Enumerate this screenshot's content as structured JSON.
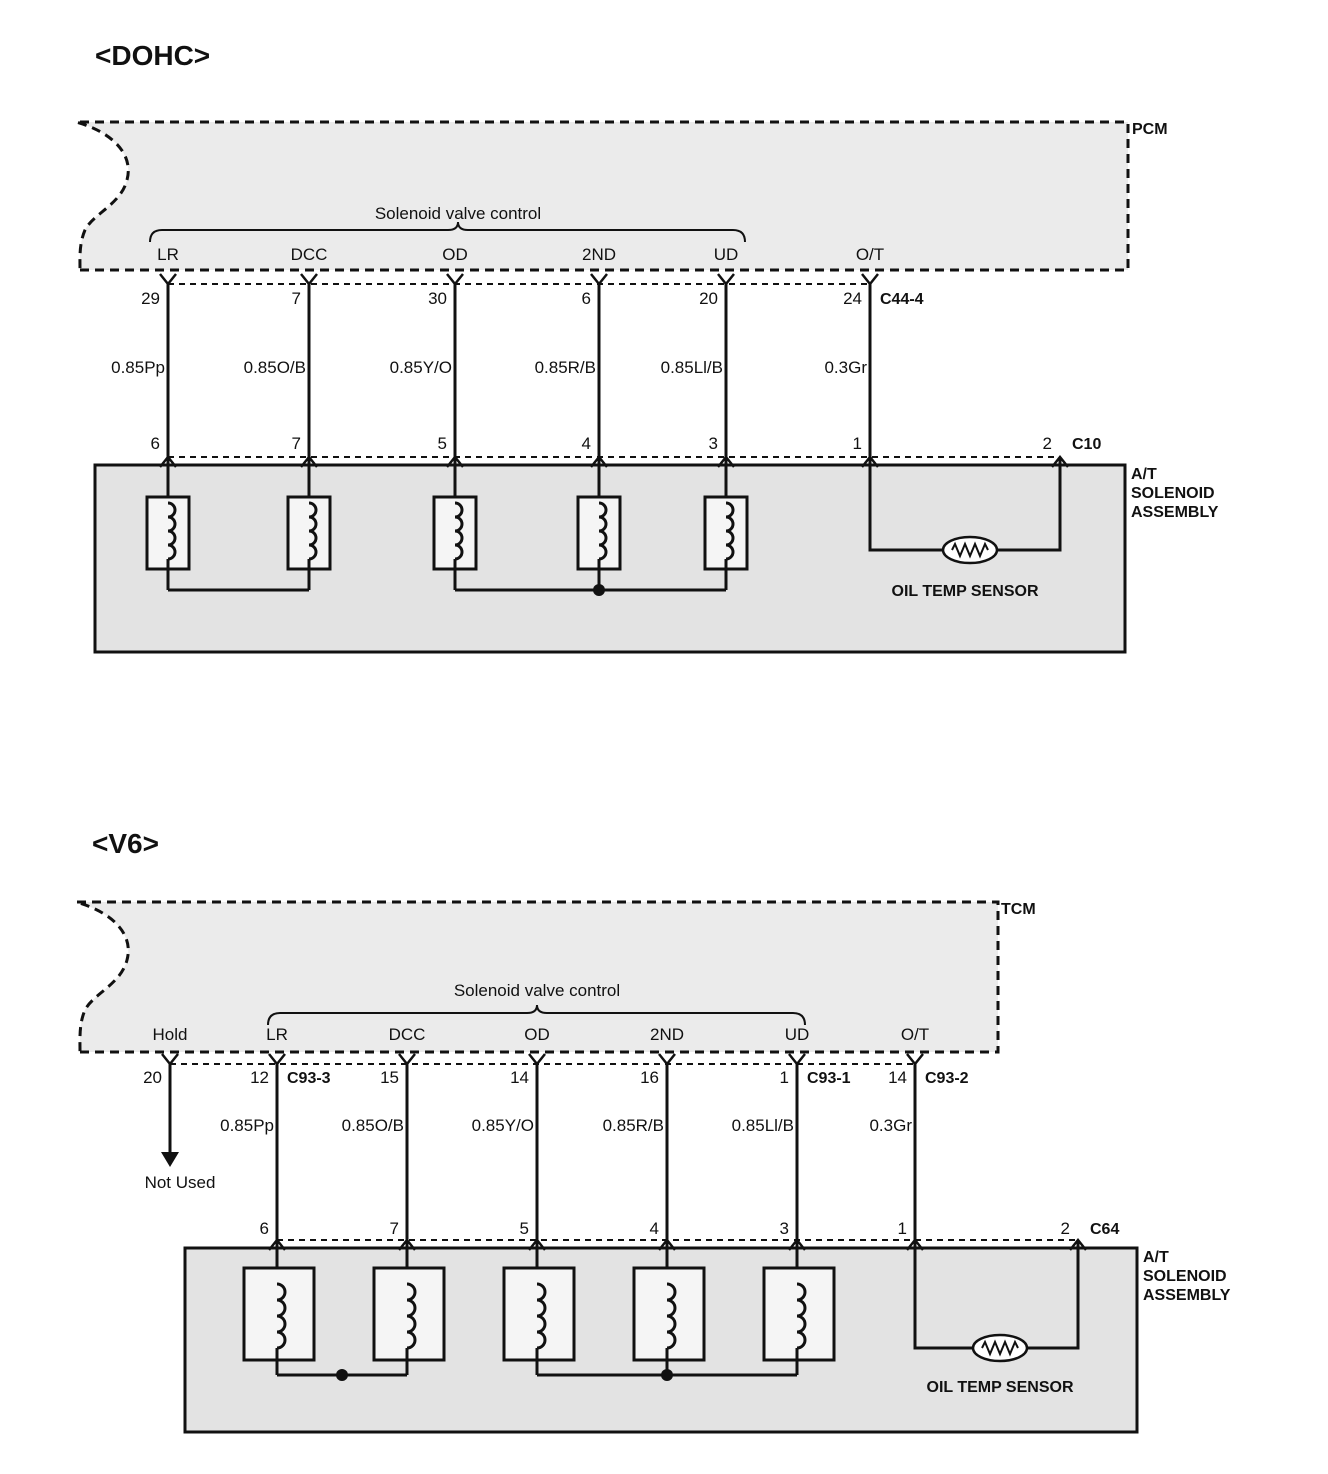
{
  "diagrams": [
    {
      "title": "<DOHC>",
      "module": "PCM",
      "group_label": "Solenoid valve control",
      "top_connector": "C44-4",
      "bottom_connector": "C10",
      "assembly": [
        "A/T",
        "SOLENOID",
        "ASSEMBLY"
      ],
      "sensor": "OIL TEMP SENSOR",
      "return_pin": "2",
      "circuits": [
        {
          "name": "LR",
          "module_pin": "29",
          "wire": "0.85Pp",
          "assembly_pin": "6"
        },
        {
          "name": "DCC",
          "module_pin": "7",
          "wire": "0.85O/B",
          "assembly_pin": "7"
        },
        {
          "name": "OD",
          "module_pin": "30",
          "wire": "0.85Y/O",
          "assembly_pin": "5"
        },
        {
          "name": "2ND",
          "module_pin": "6",
          "wire": "0.85R/B",
          "assembly_pin": "4"
        },
        {
          "name": "UD",
          "module_pin": "20",
          "wire": "0.85Ll/B",
          "assembly_pin": "3"
        },
        {
          "name": "O/T",
          "module_pin": "24",
          "wire": "0.3Gr",
          "assembly_pin": "1"
        }
      ]
    },
    {
      "title": "<V6>",
      "module": "TCM",
      "group_label": "Solenoid valve control",
      "bottom_connector": "C64",
      "assembly": [
        "A/T",
        "SOLENOID",
        "ASSEMBLY"
      ],
      "sensor": "OIL TEMP SENSOR",
      "return_pin": "2",
      "circuits": [
        {
          "name": "Hold",
          "module_pin": "20",
          "note": "Not Used"
        },
        {
          "name": "LR",
          "module_pin": "12",
          "connector": "C93-3",
          "wire": "0.85Pp",
          "assembly_pin": "6"
        },
        {
          "name": "DCC",
          "module_pin": "15",
          "wire": "0.85O/B",
          "assembly_pin": "7"
        },
        {
          "name": "OD",
          "module_pin": "14",
          "wire": "0.85Y/O",
          "assembly_pin": "5"
        },
        {
          "name": "2ND",
          "module_pin": "16",
          "wire": "0.85R/B",
          "assembly_pin": "4"
        },
        {
          "name": "UD",
          "module_pin": "1",
          "connector": "C93-1",
          "wire": "0.85Ll/B",
          "assembly_pin": "3"
        },
        {
          "name": "O/T",
          "module_pin": "14",
          "connector": "C93-2",
          "wire": "0.3Gr",
          "assembly_pin": "1"
        }
      ]
    }
  ]
}
